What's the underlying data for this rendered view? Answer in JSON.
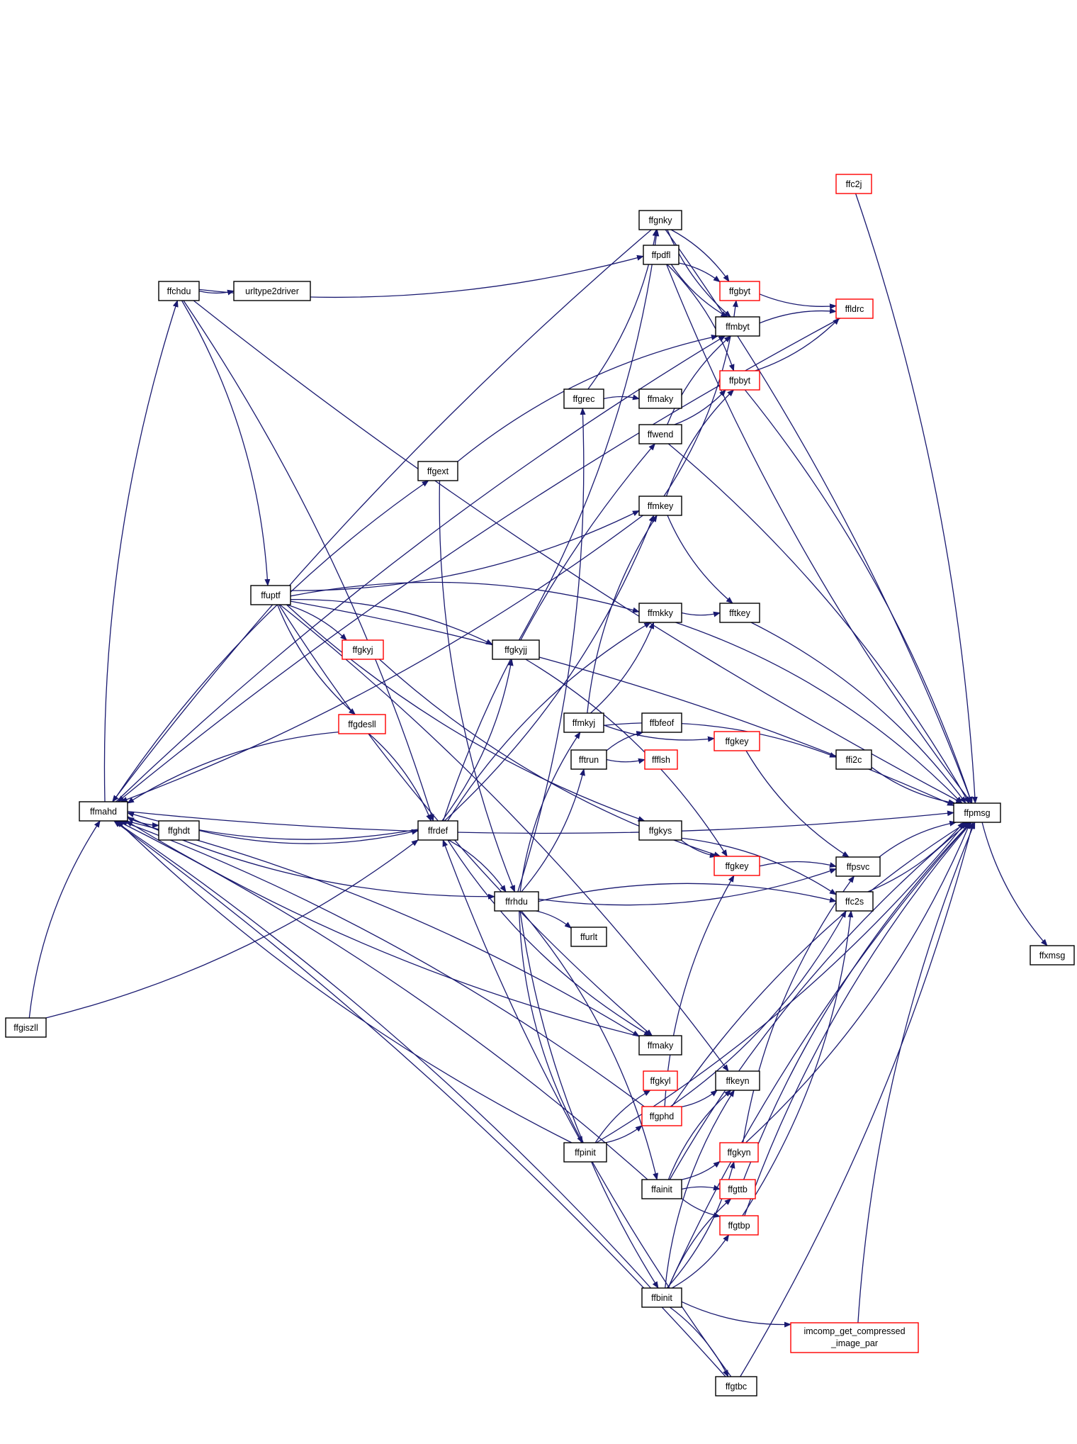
{
  "colors": {
    "edge": "#191970",
    "normal_border": "#000000",
    "incomplete_border": "#ff0000",
    "root_fill": "#bfbfbf",
    "background": "#ffffff"
  },
  "nodes": [
    {
      "id": "ffgiszll",
      "label": "ffgiszll",
      "kind": "root"
    },
    {
      "id": "ffmahd",
      "label": "ffmahd",
      "kind": "normal"
    },
    {
      "id": "ffchdu",
      "label": "ffchdu",
      "kind": "normal"
    },
    {
      "id": "urltype2driver",
      "label": "urltype2driver",
      "kind": "normal"
    },
    {
      "id": "ffuptf",
      "label": "ffuptf",
      "kind": "normal"
    },
    {
      "id": "ffghdt",
      "label": "ffghdt",
      "kind": "normal"
    },
    {
      "id": "ffgext",
      "label": "ffgext",
      "kind": "normal"
    },
    {
      "id": "ffgkyj",
      "label": "ffgkyj",
      "kind": "incomplete"
    },
    {
      "id": "ffgdesll",
      "label": "ffgdesll",
      "kind": "incomplete"
    },
    {
      "id": "ffrdef",
      "label": "ffrdef",
      "kind": "normal"
    },
    {
      "id": "ffgkyjj",
      "label": "ffgkyjj",
      "kind": "normal"
    },
    {
      "id": "ffrhdu",
      "label": "ffrhdu",
      "kind": "normal"
    },
    {
      "id": "ffgrec",
      "label": "ffgrec",
      "kind": "normal"
    },
    {
      "id": "ffmkyj",
      "label": "ffmkyj",
      "kind": "normal"
    },
    {
      "id": "fftrun",
      "label": "fftrun",
      "kind": "normal"
    },
    {
      "id": "ffurlt",
      "label": "ffurlt",
      "kind": "normal"
    },
    {
      "id": "ffpinit",
      "label": "ffpinit",
      "kind": "normal"
    },
    {
      "id": "ffgnky",
      "label": "ffgnky",
      "kind": "normal"
    },
    {
      "id": "ffpdfl",
      "label": "ffpdfl",
      "kind": "normal"
    },
    {
      "id": "ffmaky_top",
      "label": "ffmaky",
      "kind": "normal"
    },
    {
      "id": "ffwend",
      "label": "ffwend",
      "kind": "normal"
    },
    {
      "id": "ffmkey",
      "label": "ffmkey",
      "kind": "normal"
    },
    {
      "id": "ffmkky",
      "label": "ffmkky",
      "kind": "normal"
    },
    {
      "id": "ffbfeof",
      "label": "ffbfeof",
      "kind": "normal"
    },
    {
      "id": "ffflsh",
      "label": "ffflsh",
      "kind": "incomplete"
    },
    {
      "id": "ffgkys",
      "label": "ffgkys",
      "kind": "normal"
    },
    {
      "id": "ffmaky_bot",
      "label": "ffmaky",
      "kind": "normal"
    },
    {
      "id": "ffgkyl",
      "label": "ffgkyl",
      "kind": "incomplete"
    },
    {
      "id": "ffgphd",
      "label": "ffgphd",
      "kind": "incomplete"
    },
    {
      "id": "ffainit",
      "label": "ffainit",
      "kind": "normal"
    },
    {
      "id": "ffbinit",
      "label": "ffbinit",
      "kind": "normal"
    },
    {
      "id": "ffc2j",
      "label": "ffc2j",
      "kind": "incomplete"
    },
    {
      "id": "ffgbyt",
      "label": "ffgbyt",
      "kind": "incomplete"
    },
    {
      "id": "ffmbyt",
      "label": "ffmbyt",
      "kind": "normal"
    },
    {
      "id": "ffpbyt",
      "label": "ffpbyt",
      "kind": "incomplete"
    },
    {
      "id": "fftkey",
      "label": "fftkey",
      "kind": "normal"
    },
    {
      "id": "ffgkey_mid",
      "label": "ffgkey",
      "kind": "incomplete"
    },
    {
      "id": "ffgkey_low",
      "label": "ffgkey",
      "kind": "incomplete"
    },
    {
      "id": "ffkeyn",
      "label": "ffkeyn",
      "kind": "normal"
    },
    {
      "id": "ffgkyn",
      "label": "ffgkyn",
      "kind": "incomplete"
    },
    {
      "id": "ffgttb",
      "label": "ffgttb",
      "kind": "incomplete"
    },
    {
      "id": "ffgtbp",
      "label": "ffgtbp",
      "kind": "incomplete"
    },
    {
      "id": "ffgtbc",
      "label": "ffgtbc",
      "kind": "normal"
    },
    {
      "id": "imcomp",
      "label": "imcomp_get_compressed",
      "label2": "_image_par",
      "kind": "incomplete"
    },
    {
      "id": "ffldrc",
      "label": "ffldrc",
      "kind": "incomplete"
    },
    {
      "id": "ffi2c",
      "label": "ffi2c",
      "kind": "normal"
    },
    {
      "id": "ffpsvc",
      "label": "ffpsvc",
      "kind": "normal"
    },
    {
      "id": "ffc2s",
      "label": "ffc2s",
      "kind": "normal"
    },
    {
      "id": "ffpmsg",
      "label": "ffpmsg",
      "kind": "normal"
    },
    {
      "id": "ffxmsg",
      "label": "ffxmsg",
      "kind": "normal"
    }
  ],
  "edges": [
    [
      "ffgiszll",
      "ffmahd"
    ],
    [
      "ffgiszll",
      "ffrdef"
    ],
    [
      "ffmahd",
      "ffchdu"
    ],
    [
      "ffmahd",
      "ffghdt"
    ],
    [
      "ffmahd",
      "ffgext"
    ],
    [
      "ffmahd",
      "ffrhdu"
    ],
    [
      "ffmahd",
      "ffmaky_bot"
    ],
    [
      "ffmahd",
      "ffpmsg"
    ],
    [
      "ffmahd",
      "ffmbyt"
    ],
    [
      "ffchdu",
      "urltype2driver"
    ],
    [
      "ffchdu",
      "ffuptf"
    ],
    [
      "ffchdu",
      "ffpdfl"
    ],
    [
      "ffchdu",
      "ffrdef"
    ],
    [
      "ffchdu",
      "ffpmsg"
    ],
    [
      "ffghdt",
      "ffmahd"
    ],
    [
      "ffghdt",
      "ffrdef"
    ],
    [
      "ffgext",
      "ffmbyt"
    ],
    [
      "ffgext",
      "ffrhdu"
    ],
    [
      "ffuptf",
      "ffgkyj"
    ],
    [
      "ffuptf",
      "ffgdesll"
    ],
    [
      "ffuptf",
      "ffgkyjj"
    ],
    [
      "ffuptf",
      "ffmkey"
    ],
    [
      "ffuptf",
      "ffmkky"
    ],
    [
      "ffuptf",
      "ffgkys"
    ],
    [
      "ffuptf",
      "ffkeyn"
    ],
    [
      "ffuptf",
      "ffmaky_bot"
    ],
    [
      "ffuptf",
      "ffpmsg"
    ],
    [
      "ffgkyj",
      "ffgkey_low"
    ],
    [
      "ffgdesll",
      "ffrdef"
    ],
    [
      "ffgdesll",
      "ffmahd"
    ],
    [
      "ffrdef",
      "ffrhdu"
    ],
    [
      "ffrdef",
      "ffmkey"
    ],
    [
      "ffrdef",
      "ffmkky"
    ],
    [
      "ffrdef",
      "ffgkyjj"
    ],
    [
      "ffrdef",
      "ffwend"
    ],
    [
      "ffrdef",
      "ffmaky_bot"
    ],
    [
      "ffrdef",
      "ffmahd"
    ],
    [
      "ffgkyjj",
      "ffgnky"
    ],
    [
      "ffgkyjj",
      "ffgkey_low"
    ],
    [
      "ffrhdu",
      "ffgrec"
    ],
    [
      "ffrhdu",
      "ffmkyj"
    ],
    [
      "ffrhdu",
      "fftrun"
    ],
    [
      "ffrhdu",
      "ffurlt"
    ],
    [
      "ffrhdu",
      "ffpinit"
    ],
    [
      "ffrhdu",
      "ffainit"
    ],
    [
      "ffrhdu",
      "ffbinit"
    ],
    [
      "ffrhdu",
      "ffc2s"
    ],
    [
      "ffrhdu",
      "ffpsvc"
    ],
    [
      "ffgrec",
      "ffmaky_top"
    ],
    [
      "ffgrec",
      "ffgnky"
    ],
    [
      "ffmkyj",
      "ffmkey"
    ],
    [
      "ffmkyj",
      "ffgkey_mid"
    ],
    [
      "ffmkyj",
      "ffi2c"
    ],
    [
      "ffmkyj",
      "ffmkky"
    ],
    [
      "fftrun",
      "ffbfeof"
    ],
    [
      "fftrun",
      "ffflsh"
    ],
    [
      "ffpinit",
      "ffgkyl"
    ],
    [
      "ffpinit",
      "ffgphd"
    ],
    [
      "ffpinit",
      "ffmahd"
    ],
    [
      "ffpinit",
      "ffpmsg"
    ],
    [
      "ffgnky",
      "ffgbyt"
    ],
    [
      "ffgnky",
      "ffmbyt"
    ],
    [
      "ffgnky",
      "ffpmsg"
    ],
    [
      "ffgnky",
      "ffmahd"
    ],
    [
      "ffpdfl",
      "ffgbyt"
    ],
    [
      "ffpdfl",
      "ffmbyt"
    ],
    [
      "ffpdfl",
      "ffpbyt"
    ],
    [
      "ffpdfl",
      "ffpmsg"
    ],
    [
      "ffwend",
      "ffmbyt"
    ],
    [
      "ffwend",
      "ffpbyt"
    ],
    [
      "ffwend",
      "ffpmsg"
    ],
    [
      "ffmkey",
      "ffgbyt"
    ],
    [
      "ffmkey",
      "ffpbyt"
    ],
    [
      "ffmkey",
      "fftkey"
    ],
    [
      "ffmkey",
      "ffmahd"
    ],
    [
      "ffmkky",
      "fftkey"
    ],
    [
      "ffmkky",
      "ffpmsg"
    ],
    [
      "ffgkys",
      "ffgkey_low"
    ],
    [
      "ffgkys",
      "ffc2s"
    ],
    [
      "ffgphd",
      "ffkeyn"
    ],
    [
      "ffgphd",
      "ffgkey_low"
    ],
    [
      "ffgphd",
      "ffc2s"
    ],
    [
      "ffgphd",
      "ffpmsg"
    ],
    [
      "ffgphd",
      "ffmahd"
    ],
    [
      "ffainit",
      "ffkeyn"
    ],
    [
      "ffainit",
      "ffgkyn"
    ],
    [
      "ffainit",
      "ffgttb"
    ],
    [
      "ffainit",
      "ffgtbp"
    ],
    [
      "ffainit",
      "ffpmsg"
    ],
    [
      "ffainit",
      "ffmahd"
    ],
    [
      "ffbinit",
      "ffkeyn"
    ],
    [
      "ffbinit",
      "ffgkyn"
    ],
    [
      "ffbinit",
      "ffgttb"
    ],
    [
      "ffbinit",
      "ffgtbp"
    ],
    [
      "ffbinit",
      "ffgtbc"
    ],
    [
      "ffbinit",
      "imcomp"
    ],
    [
      "ffbinit",
      "ffpmsg"
    ],
    [
      "ffbinit",
      "ffmahd"
    ],
    [
      "ffc2j",
      "ffpmsg"
    ],
    [
      "ffgbyt",
      "ffldrc"
    ],
    [
      "ffmbyt",
      "ffldrc"
    ],
    [
      "ffpbyt",
      "ffldrc"
    ],
    [
      "ffpbyt",
      "ffpmsg"
    ],
    [
      "ffldrc",
      "ffmahd"
    ],
    [
      "fftkey",
      "ffpmsg"
    ],
    [
      "ffgkey_mid",
      "ffpsvc"
    ],
    [
      "ffgkey_low",
      "ffpsvc"
    ],
    [
      "ffi2c",
      "ffpmsg"
    ],
    [
      "ffpsvc",
      "ffpmsg"
    ],
    [
      "ffc2s",
      "ffpmsg"
    ],
    [
      "ffgkyn",
      "ffpsvc"
    ],
    [
      "ffgkyn",
      "ffpmsg"
    ],
    [
      "ffgttb",
      "ffpmsg"
    ],
    [
      "ffgtbp",
      "ffc2s"
    ],
    [
      "ffgtbp",
      "ffpmsg"
    ],
    [
      "ffgtbc",
      "ffpmsg"
    ],
    [
      "ffgtbc",
      "ffrdef"
    ],
    [
      "ffgtbc",
      "ffmahd"
    ],
    [
      "imcomp",
      "ffpmsg"
    ],
    [
      "ffpmsg",
      "ffxmsg"
    ],
    [
      "ffmaky_bot",
      "ffmahd"
    ]
  ]
}
